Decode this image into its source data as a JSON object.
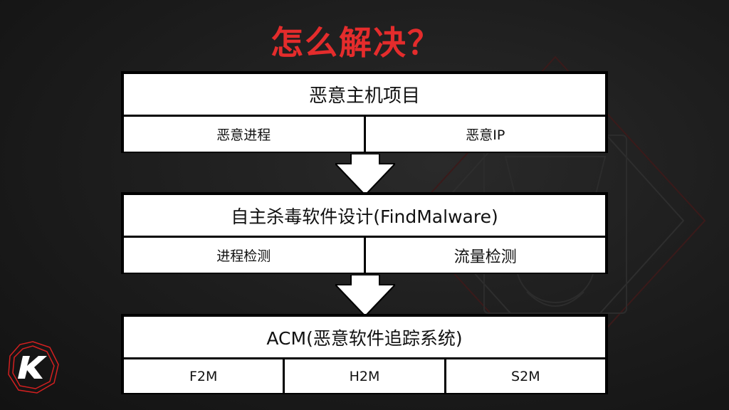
{
  "slide": {
    "title": "怎么解决？"
  },
  "blocks": [
    {
      "heading": "恶意主机项目",
      "items": [
        "恶意进程",
        "恶意IP"
      ]
    },
    {
      "heading": "自主杀毒软件设计(FindMalware)",
      "items": [
        "进程检测",
        "流量检测"
      ]
    },
    {
      "heading": "ACM(恶意软件追踪系统)",
      "items": [
        "F2M",
        "H2M",
        "S2M"
      ]
    }
  ],
  "colors": {
    "title": "#e42c2c",
    "background": "#1c1c1c",
    "box_fill": "#ffffff",
    "box_border": "#000000",
    "logo_accent": "#d32020"
  },
  "icons": {
    "arrow": "down-arrow-icon",
    "logo": "k-logo-icon"
  }
}
